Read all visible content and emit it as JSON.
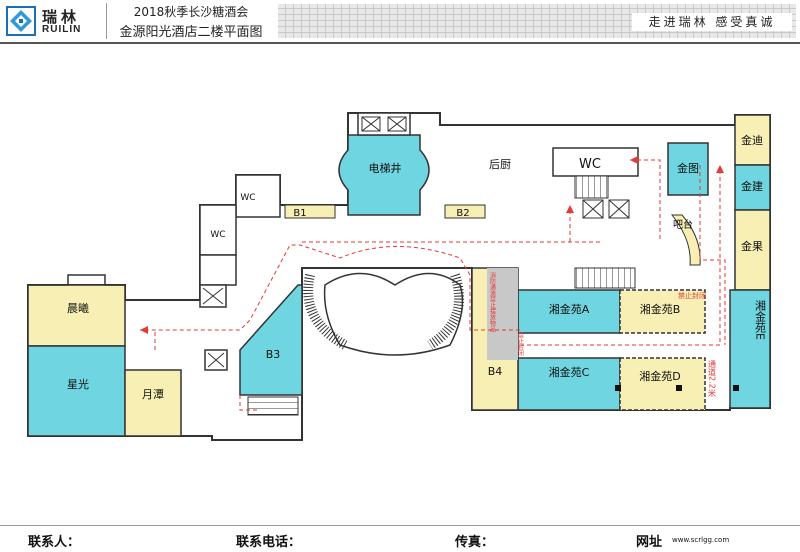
{
  "header": {
    "logo_cn": "瑞林",
    "logo_en": "RUILIN",
    "title_line1": "2018秋季长沙糖酒会",
    "title_line2": "金源阳光酒店二楼平面图",
    "slogan": "走进瑞林  感受真诚"
  },
  "rooms": {
    "elevator": "电梯井",
    "kitchen": "后厨",
    "wc_big": "WC",
    "wc1": "WC",
    "wc2": "WC",
    "b1": "B1",
    "b2": "B2",
    "b3": "B3",
    "b4": "B4",
    "chenxi": "晨曦",
    "xingguang": "星光",
    "yuetan": "月潭",
    "jintu": "金图",
    "bar": "吧台",
    "jindi": "金迪",
    "jinjian": "金建",
    "jinguo": "金果",
    "xjy_a": "湘金苑A",
    "xjy_b": "湘金苑B",
    "xjy_c": "湘金苑C",
    "xjy_d": "湘金苑D",
    "xjy_e": "湘金苑E"
  },
  "notes": {
    "closed": "禁止封闭",
    "channel": "通道2.2米",
    "closed_v": "禁止封闭",
    "corridor_note": "消防通道禁止摆放物品"
  },
  "footer": {
    "contact": "联系人：",
    "phone": "联系电话：",
    "fax": "传真：",
    "site": "网址",
    "url": "www.scrlgg.com"
  },
  "colors": {
    "cyan": "#6fd5e0",
    "yellow": "#f7efb3",
    "route": "#e53935",
    "wall": "#333333",
    "gray_zone": "#c8c8c8"
  }
}
